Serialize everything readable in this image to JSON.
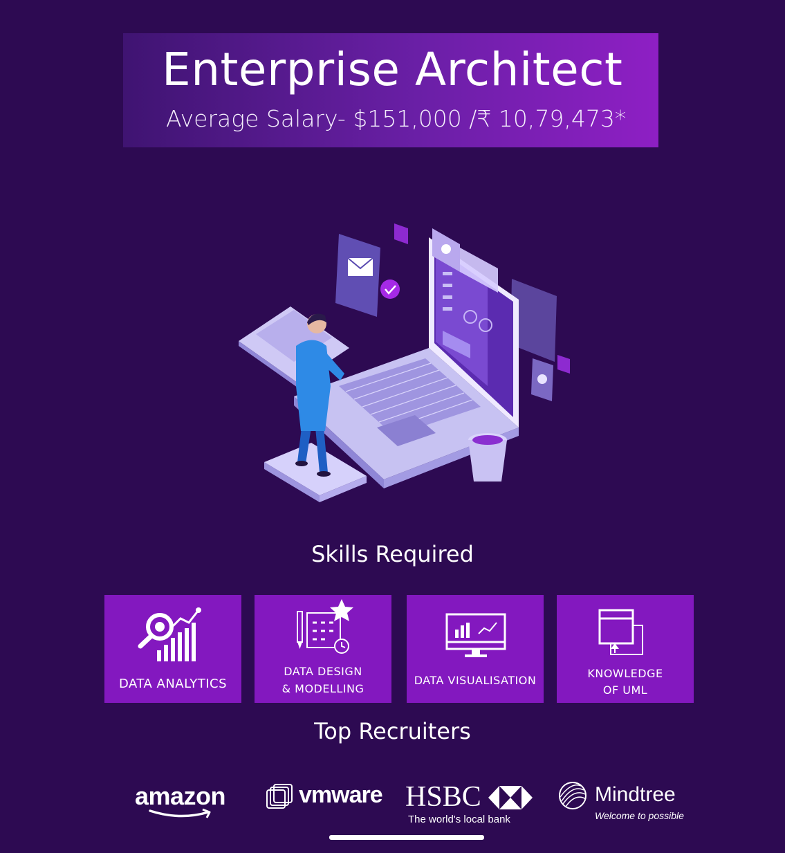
{
  "header": {
    "title": "Enterprise Architect",
    "subtitle": "Average Salary- $151,000 /₹ 10,79,473*"
  },
  "skills": {
    "heading": "Skills Required",
    "items": [
      {
        "label": "DATA ANALYTICS",
        "icon": "analytics-magnifier-chart-icon"
      },
      {
        "label_line1": "DATA  DESIGN",
        "label_line2": "& MODELLING",
        "icon": "design-checklist-star-icon"
      },
      {
        "label": "DATA VISUALISATION",
        "icon": "monitor-chart-icon"
      },
      {
        "label_line1": "KNOWLEDGE",
        "label_line2": "OF UML",
        "icon": "uml-diagram-icon"
      }
    ]
  },
  "recruiters": {
    "heading": "Top Recruiters",
    "logos": [
      {
        "name": "amazon"
      },
      {
        "name": "vmware"
      },
      {
        "name": "HSBC",
        "tagline": "The world's local bank"
      },
      {
        "name": "Mindtree",
        "tagline": "Welcome to possible"
      }
    ]
  },
  "colors": {
    "background": "#2d0a52",
    "card": "#8318bf",
    "banner_accent": "#8e1fc4",
    "figure_shirt": "#2e8ae6"
  }
}
